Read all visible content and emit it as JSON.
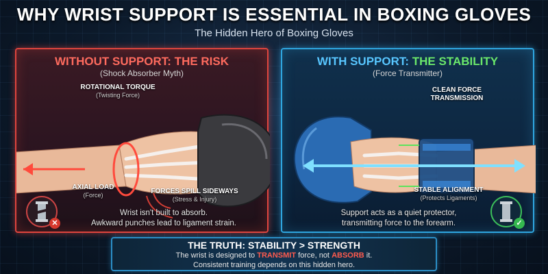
{
  "header": {
    "title": "WHY WRIST SUPPORT IS ESSENTIAL IN BOXING GLOVES",
    "subtitle": "The Hidden Hero of Boxing Gloves"
  },
  "left_panel": {
    "title": "WITHOUT SUPPORT: THE RISK",
    "subtitle": "(Shock Absorber Myth)",
    "label_torque": "ROTATIONAL TORQUE",
    "label_torque_sub": "(Twisting Force)",
    "label_axial": "AXIAL LOAD",
    "label_axial_sub": "(Force)",
    "label_spill": "FORCES SPILL SIDEWAYS",
    "label_spill_sub": "(Stress & Injury)",
    "caption_line1": "Wrist isn't built to absorb.",
    "caption_line2": "Awkward punches lead to ligament strain.",
    "accent": "#e0453e",
    "badge_icon": "broken-pillar-icon"
  },
  "right_panel": {
    "title_part1": "WITH SUPPORT: ",
    "title_part2": "THE STABILITY",
    "subtitle": "(Force Transmitter)",
    "label_clean": "CLEAN FORCE",
    "label_clean2": "TRANSMISSION",
    "label_stable": "STABLE ALIGNMENT",
    "label_stable_sub": "(Protects Ligaments)",
    "caption_line1": "Support acts as a quiet protector,",
    "caption_line2": "transmitting force to the forearm.",
    "accent": "#2fa6e0",
    "badge_icon": "solid-pillar-icon"
  },
  "truth": {
    "title": "THE TRUTH: STABILITY > STRENGTH",
    "line1_a": "The wrist is designed to ",
    "line1_b": "TRANSMIT",
    "line1_c": " force, not ",
    "line1_d": "ABSORB",
    "line1_e": " it.",
    "line2": "Consistent training depends on this hidden hero."
  }
}
